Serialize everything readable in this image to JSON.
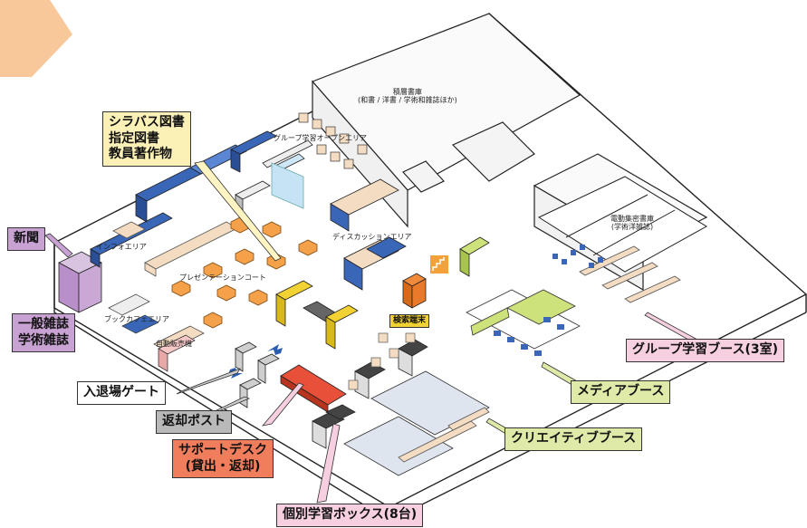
{
  "colors": {
    "corner": "#f8c89a",
    "wall": "#222222",
    "blue_shelf": "#3a66b8",
    "yellow_shelf": "#f2d233",
    "orange_table": "#f4a14a",
    "desk": "#f3dcc2",
    "support_desk": "#e8503a",
    "green_booth": "#cde27a",
    "pink_label": "#f6cfe0",
    "purple_label": "#c9a2d4",
    "yellow_label": "#fbf1b6",
    "green_label": "#dfe9a8",
    "grey_label": "#b9b9b9",
    "salmon_label": "#f07e5d"
  },
  "labels": {
    "syllabus": [
      "シラバス図書",
      "指定図書",
      "教員著作物"
    ],
    "newspaper": "新聞",
    "magazines": [
      "一般雑誌",
      "学術雑誌"
    ],
    "gate": "入退場ゲート",
    "return_post": "返却ポスト",
    "support_desk": [
      "サポートデスク",
      "(貸出・返却)"
    ],
    "study_box": "個別学習ボックス(8台)",
    "group_booth": "グループ学習ブース(3室)",
    "media_booth": "メディアブース",
    "creative_booth": "クリエイティブブース",
    "search_terminal": "検索端末"
  },
  "areas": {
    "stacks": [
      "積層書庫",
      "(和書 / 洋書 / 学術和雑誌ほか)"
    ],
    "dense_stacks": [
      "電動集密書庫",
      "(学術洋雑誌)"
    ],
    "group_open": "グループ学習オープンエリア",
    "discussion": "ディスカッションエリア",
    "info": "インフォエリア",
    "presentation": "プレゼンテーションコート",
    "book_cafe": "ブックカフェエリア",
    "vending": "自動販売機"
  },
  "icons": [
    "stairs-icon",
    "gate-arrow-icon"
  ]
}
